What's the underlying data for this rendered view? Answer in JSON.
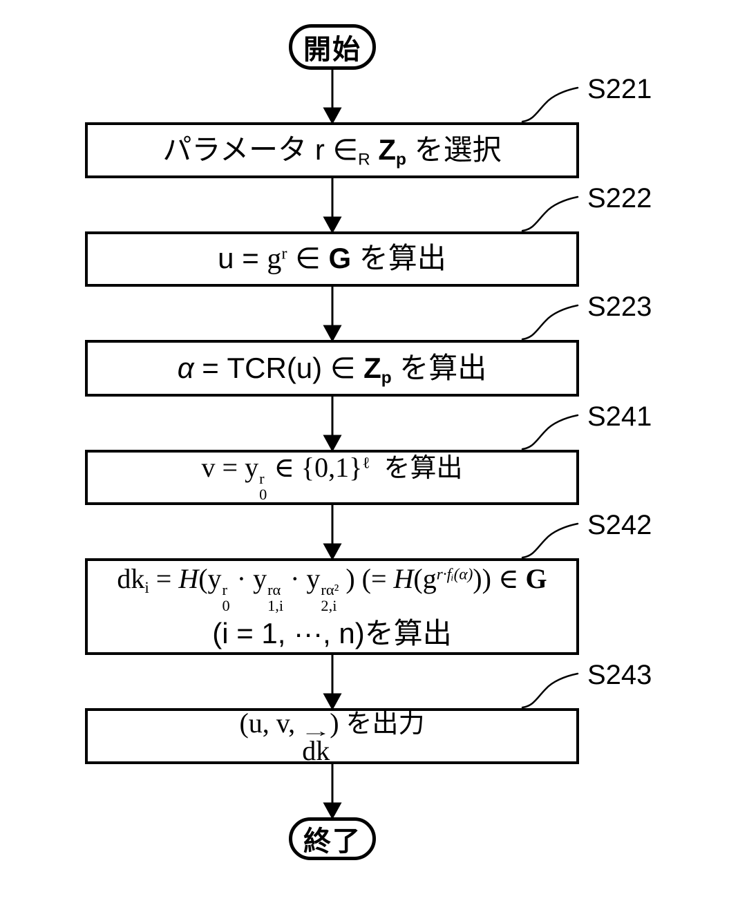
{
  "figure": {
    "start_label": "開始",
    "end_label": "終了",
    "line_color": "#000000",
    "background": "#ffffff"
  },
  "steps": [
    {
      "id": "S221",
      "lines": [
        [
          {
            "b": "パラメータ r "
          },
          {
            "b": "∈",
            "d": "R"
          },
          {
            "b": " "
          },
          {
            "b": "Z",
            "d": "p",
            "c": "bold"
          },
          {
            "b": " を選択"
          }
        ]
      ]
    },
    {
      "id": "S222",
      "lines": [
        [
          {
            "b": "u = "
          },
          {
            "b": "g",
            "u": "r",
            "c": "serif"
          },
          {
            "b": " ∈ "
          },
          {
            "b": "G",
            "c": "bold"
          },
          {
            "b": " を算出"
          }
        ]
      ]
    },
    {
      "id": "S223",
      "lines": [
        [
          {
            "b": "α",
            "c": "italic"
          },
          {
            "b": " = TCR(u) ∈ "
          },
          {
            "b": "Z",
            "d": "p",
            "c": "bold"
          },
          {
            "b": " を算出"
          }
        ]
      ]
    },
    {
      "id": "S241",
      "lines": [
        [
          {
            "b": "v = "
          },
          {
            "b": "y",
            "u": "r",
            "d": "0"
          },
          {
            "b": " ∈ "
          },
          {
            "b": "{0,1}",
            "u": "ℓ"
          },
          {
            "b": "  "
          },
          {
            "b": "を算出",
            "c": "jp"
          }
        ]
      ]
    },
    {
      "id": "S242",
      "lines": [
        [
          {
            "b": "dk",
            "d": "i"
          },
          {
            "b": " = "
          },
          {
            "b": "H",
            "c": "italic"
          },
          {
            "b": "("
          },
          {
            "b": "y",
            "u": "r",
            "d": "0"
          },
          {
            "b": " · "
          },
          {
            "b": "y",
            "u": "rα",
            "d": "1,i"
          },
          {
            "b": " · "
          },
          {
            "b": "y",
            "u": "rα²",
            "d": "2,i"
          },
          {
            "b": " ) (= "
          },
          {
            "b": "H",
            "c": "italic"
          },
          {
            "b": "(g"
          },
          {
            "b": "",
            "u": "r·fᵢ(α)",
            "c": "italic"
          },
          {
            "b": ")) ∈ "
          },
          {
            "b": "G",
            "c": "bold"
          }
        ],
        [
          {
            "b": "(i = 1, ···, n)を算出"
          }
        ]
      ]
    },
    {
      "id": "S243",
      "lines": [
        [
          {
            "b": "(u, v, "
          },
          {
            "b": "dk",
            "o": "→"
          },
          {
            "b": ") "
          },
          {
            "b": "を出力",
            "c": "jp"
          }
        ]
      ]
    }
  ]
}
